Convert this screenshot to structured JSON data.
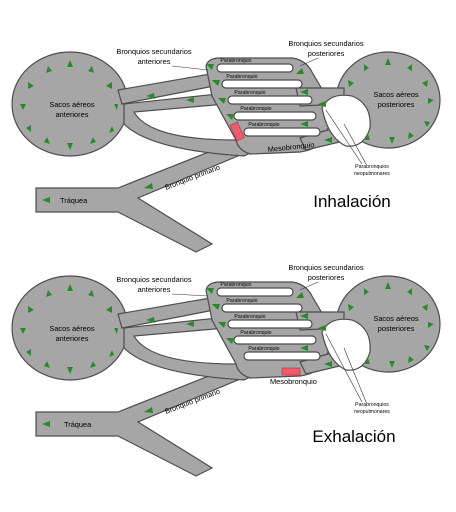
{
  "diagrams": [
    {
      "phase": "Inhalación",
      "trachea": "Tráquea",
      "primary": "Bronquio primario",
      "meso": "Mesobronquio",
      "anterior_sacs": [
        "Sacos aéreos",
        "anteriores"
      ],
      "posterior_sacs": [
        "Sacos aéreos",
        "posteriores"
      ],
      "sec_anterior": [
        "Bronquios secundarios",
        "anteriores"
      ],
      "sec_posterior": [
        "Bronquios secundarios",
        "posteriores"
      ],
      "neo": [
        "Parabronquios",
        "neopulmonares"
      ],
      "parabronchi": [
        "Parabronquio",
        "Parabronquio",
        "Parabronquio",
        "Parabronquio",
        "Parabronquio"
      ]
    },
    {
      "phase": "Exhalación",
      "trachea": "Tráquea",
      "primary": "Bronquio primario",
      "meso": "Mesobronquio",
      "anterior_sacs": [
        "Sacos aéreos",
        "anteriores"
      ],
      "posterior_sacs": [
        "Sacos aéreos",
        "posteriores"
      ],
      "sec_anterior": [
        "Bronquios secundarios",
        "anteriores"
      ],
      "sec_posterior": [
        "Bronquios secundarios",
        "posteriores"
      ],
      "neo": [
        "Parabronquios",
        "neopulmonares"
      ],
      "parabronchi": [
        "Parabronquio",
        "Parabronquio",
        "Parabronquio",
        "Parabronquio",
        "Parabronquio"
      ]
    }
  ],
  "colors": {
    "airway": "#a6a6a6",
    "outline": "#4d4d4d",
    "flow_arrow": "#2a8a2a",
    "valve": "#ef5b6a"
  },
  "icons": {
    "flow": "triangle-arrow"
  }
}
